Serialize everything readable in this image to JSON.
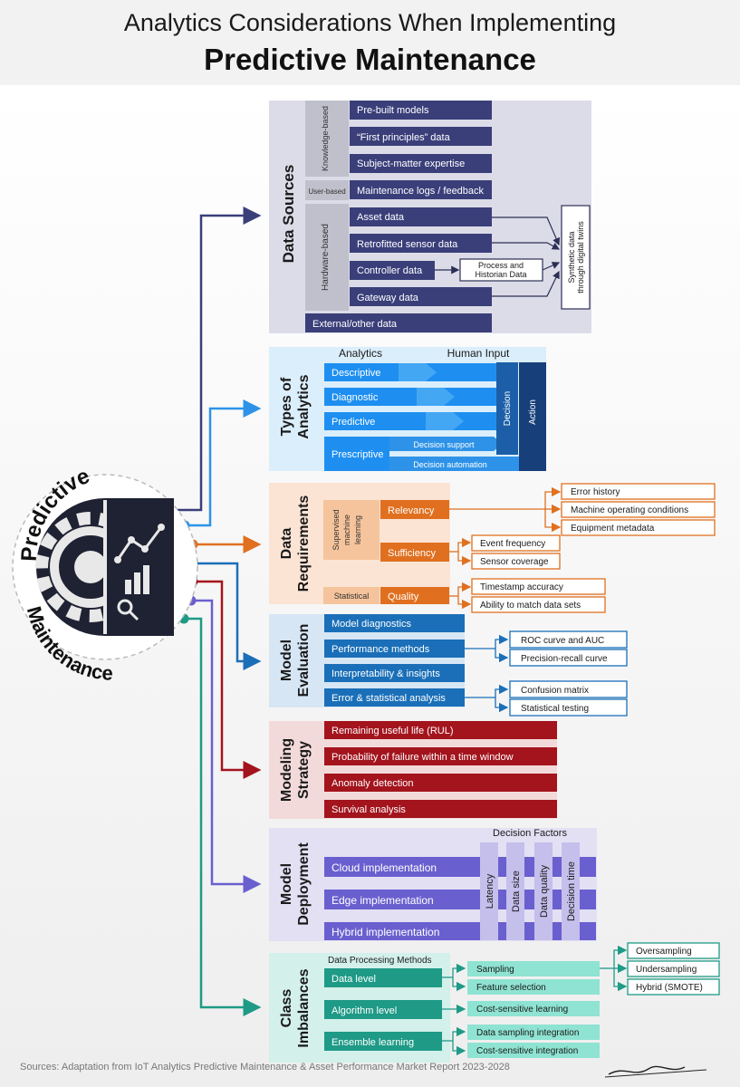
{
  "title": {
    "line1": "Analytics Considerations When Implementing",
    "line2": "Predictive Maintenance"
  },
  "hub": {
    "top_label": "Predictive",
    "bottom_label": "Maintenance",
    "icon": "gear-and-analytics-chart-icon"
  },
  "colors": {
    "navy": "#3a3f7a",
    "sky": "#2e93e8",
    "orange": "#e07020",
    "blue": "#1a6fb8",
    "red": "#a3141d",
    "purple": "#6a5fcf",
    "teal": "#1e9a86"
  },
  "sections": {
    "data_sources": {
      "title": "Data Sources",
      "groups": {
        "knowledge": "Knowledge-based",
        "user": "User-based",
        "hardware": "Hardware-based"
      },
      "items": [
        "Pre-built models",
        "“First principles” data",
        "Subject-matter expertise",
        "Maintenance logs / feedback",
        "Asset data",
        "Retrofitted sensor data",
        "Controller data",
        "Gateway data",
        "External/other data"
      ],
      "process_historian": [
        "Process and",
        "Historian Data"
      ],
      "synthetic": [
        "Synthetic data",
        "through digital twins"
      ]
    },
    "types_of_analytics": {
      "title": [
        "Types of",
        "Analytics"
      ],
      "col_analytics": "Analytics",
      "col_human": "Human Input",
      "items": [
        "Descriptive",
        "Diagnostic",
        "Predictive",
        "Prescriptive"
      ],
      "decision_support": "Decision support",
      "decision_automation": "Decision automation",
      "decision": "Decision",
      "action": "Action"
    },
    "data_requirements": {
      "title": [
        "Data",
        "Requirements"
      ],
      "supervised": [
        "Supervised",
        "machine",
        "learning"
      ],
      "statistical": "Statistical",
      "relevancy": "Relevancy",
      "sufficiency": "Sufficiency",
      "quality": "Quality",
      "relevancy_items": [
        "Error history",
        "Machine operating conditions",
        "Equipment metadata"
      ],
      "sufficiency_items": [
        "Event frequency",
        "Sensor coverage"
      ],
      "quality_items": [
        "Timestamp accuracy",
        "Ability to match data sets"
      ]
    },
    "model_evaluation": {
      "title": [
        "Model",
        "Evaluation"
      ],
      "items": [
        "Model diagnostics",
        "Performance methods",
        "Interpretability & insights",
        "Error & statistical analysis"
      ],
      "performance_items": [
        "ROC curve and AUC",
        "Precision-recall curve"
      ],
      "error_items": [
        "Confusion matrix",
        "Statistical testing"
      ]
    },
    "modeling_strategy": {
      "title": [
        "Modeling",
        "Strategy"
      ],
      "items": [
        "Remaining useful life (RUL)",
        "Probability of failure within a time window",
        "Anomaly detection",
        "Survival analysis"
      ]
    },
    "model_deployment": {
      "title": [
        "Model",
        "Deployment"
      ],
      "decision_factors": "Decision Factors",
      "items": [
        "Cloud implementation",
        "Edge implementation",
        "Hybrid implementation"
      ],
      "factors": [
        "Latency",
        "Data size",
        "Data quality",
        "Decision time"
      ]
    },
    "class_imbalances": {
      "title": [
        "Class",
        "Imbalances"
      ],
      "methods_label": "Data Processing Methods",
      "items": [
        "Data level",
        "Algorithm level",
        "Ensemble learning"
      ],
      "data_level_items": [
        "Sampling",
        "Feature selection"
      ],
      "sampling_items": [
        "Oversampling",
        "Undersampling",
        "Hybrid (SMOTE)"
      ],
      "algorithm_items": [
        "Cost-sensitive learning"
      ],
      "ensemble_items": [
        "Data sampling integration",
        "Cost-sensitive integration"
      ]
    }
  },
  "footer": {
    "source": "Sources: Adaptation from IoT Analytics Predictive Maintenance & Asset Performance Market Report 2023-2028",
    "signature": "Jeff Winter"
  }
}
